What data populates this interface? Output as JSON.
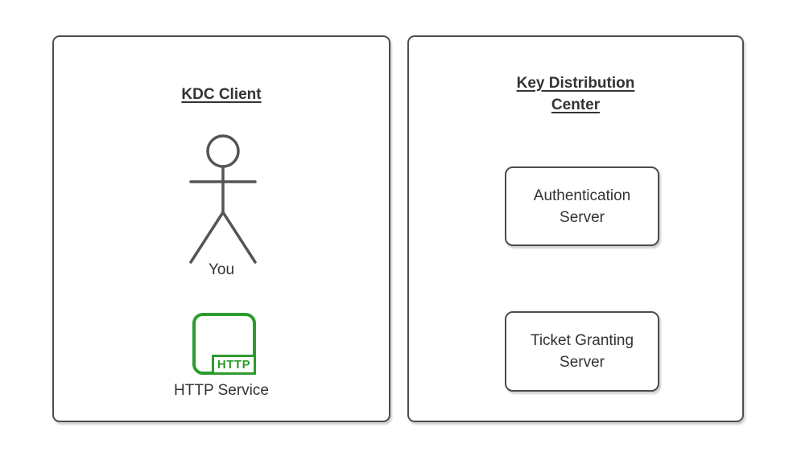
{
  "colors": {
    "panel_border": "#4d4d4d",
    "text": "#333333",
    "figure_stroke": "#555555",
    "accent_green": "#2e9b2e",
    "background": "#ffffff"
  },
  "panels": {
    "client": {
      "title": "KDC Client",
      "actor_label": "You",
      "service_icon_label": "HTTP",
      "service_label": "HTTP Service"
    },
    "kdc": {
      "title": "Key Distribution Center",
      "servers": [
        {
          "label": "Authentication Server"
        },
        {
          "label": "Ticket Granting Server"
        }
      ]
    }
  }
}
